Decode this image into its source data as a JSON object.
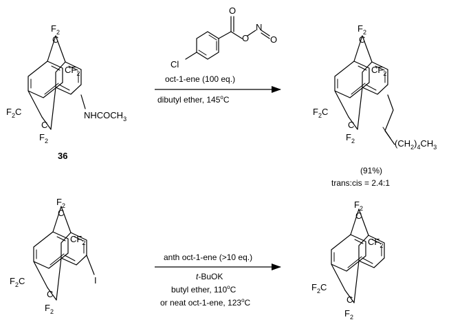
{
  "labels": {
    "f2": "F",
    "two": "2",
    "f2c": "F",
    "c": "C",
    "cf2": "CF",
    "cl": "Cl",
    "o": "O",
    "n": "N",
    "iodo": "I",
    "nhcoch3": "NHCOCH",
    "three": "3",
    "ch2_open": "(CH",
    "ch2_close": ")",
    "four": "4",
    "ch3": "CH"
  },
  "reaction1": {
    "compound_number": "36",
    "reagent_line1": "oct-1-ene (100 eq.)",
    "reagent_line2_prefix": "dibutyl ether, 145",
    "degree": "o",
    "celsius": "C",
    "yield": "(91%)",
    "ratio": "trans:cis = 2.4:1"
  },
  "reaction2": {
    "reagent_line1": "anth oct-1-ene (>10 eq.)",
    "reagent_line2_italic": "t",
    "reagent_line2_rest": "-BuOK",
    "reagent_line3_prefix": "butyl ether, 110",
    "reagent_line4_prefix": "or neat oct-1-ene, 123",
    "degree": "o",
    "celsius": "C"
  }
}
